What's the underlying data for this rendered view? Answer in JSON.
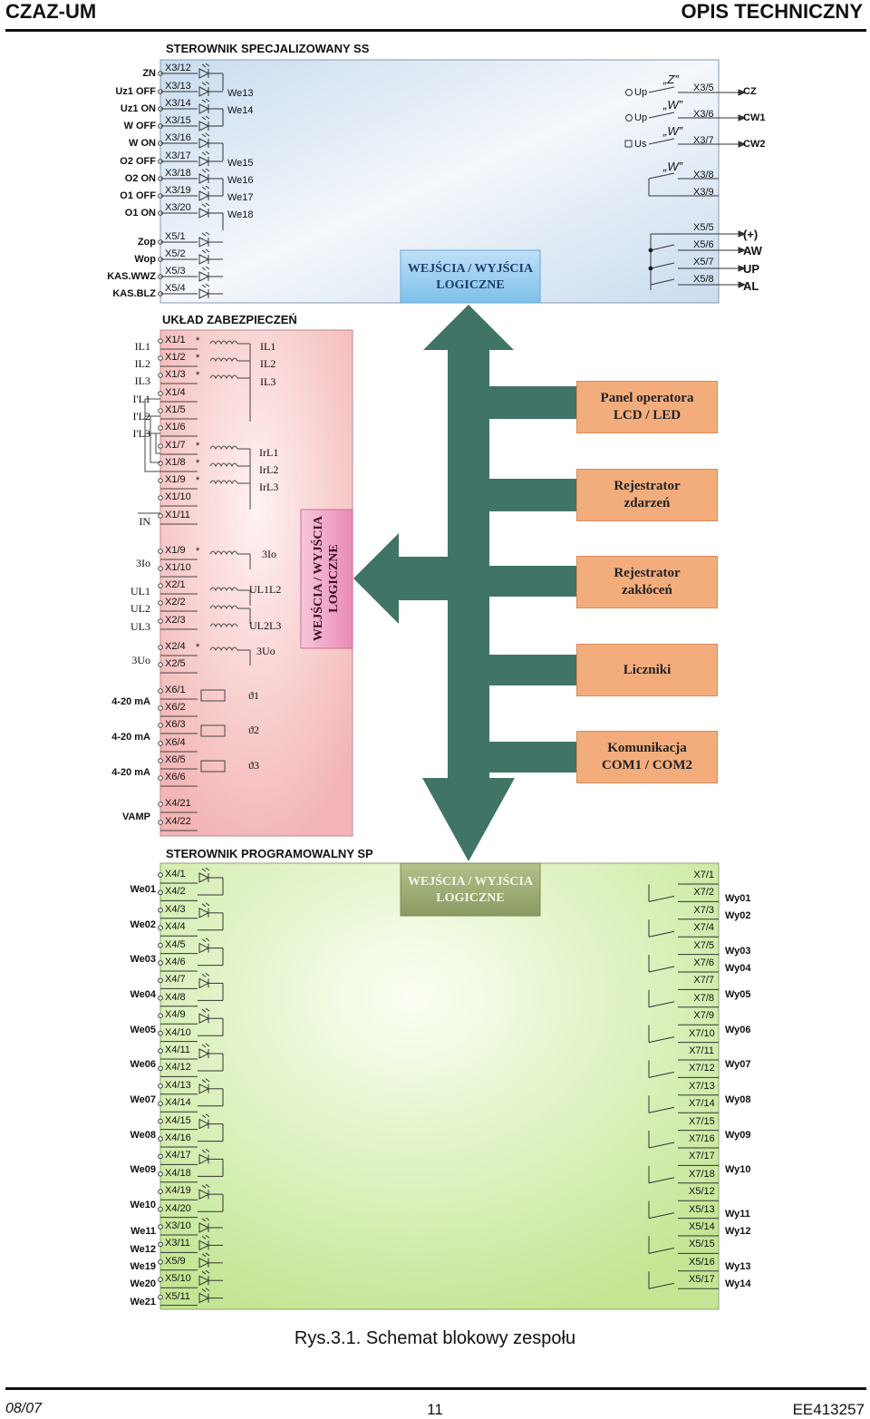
{
  "header": {
    "left": "CZAZ-UM",
    "right": "OPIS TECHNICZNY"
  },
  "ss": {
    "title": "STEROWNIK SPECJALIZOWANY SS",
    "center_box": [
      "WEJŚCIA / WYJŚCIA",
      "LOGICZNE"
    ],
    "inputs": [
      {
        "side": "ZN",
        "term": "X3/12",
        "we": ""
      },
      {
        "side": "Uz1 OFF",
        "term": "X3/13",
        "we": "We13"
      },
      {
        "side": "Uz1 ON",
        "term": "X3/14",
        "we": "We14"
      },
      {
        "side": "W OFF",
        "term": "X3/15",
        "we": ""
      },
      {
        "side": "W ON",
        "term": "X3/16",
        "we": ""
      },
      {
        "side": "O2 OFF",
        "term": "X3/17",
        "we": "We15"
      },
      {
        "side": "O2 ON",
        "term": "X3/18",
        "we": "We16"
      },
      {
        "side": "O1 OFF",
        "term": "X3/19",
        "we": "We17"
      },
      {
        "side": "O1 ON",
        "term": "X3/20",
        "we": "We18"
      },
      {
        "side": "Zop",
        "term": "X5/1",
        "we": ""
      },
      {
        "side": "Wop",
        "term": "X5/2",
        "we": ""
      },
      {
        "side": "KAS.WWZ",
        "term": "X5/3",
        "we": ""
      },
      {
        "side": "KAS.BLZ",
        "term": "X5/4",
        "we": ""
      }
    ],
    "outputs": [
      {
        "term": "X3/5"
      },
      {
        "term": "X3/6"
      },
      {
        "term": "X3/7"
      },
      {
        "term": "X3/8"
      },
      {
        "term": "X3/9"
      },
      {
        "term": "X5/5"
      },
      {
        "term": "X5/6"
      },
      {
        "term": "X5/7"
      },
      {
        "term": "X5/8"
      }
    ],
    "contacts": [
      "„Z”",
      "„W”",
      "„W”",
      "„W”"
    ],
    "sources": [
      "Up",
      "Up",
      "Us"
    ],
    "right_labels": [
      "CZ",
      "CW1",
      "CW2",
      "(+)",
      "AW",
      "UP",
      "AL"
    ]
  },
  "uz": {
    "title": "UKŁAD ZABEZPIECZEŃ",
    "vertical_box": [
      "WEJŚCIA / WYJŚCIA",
      "LOGICZNE"
    ],
    "terms": [
      "X1/1",
      "X1/2",
      "X1/3",
      "X1/4",
      "X1/5",
      "X1/6",
      "X1/7",
      "X1/8",
      "X1/9",
      "X1/10",
      "X1/11",
      "X1/9",
      "X1/10",
      "X2/1",
      "X2/2",
      "X2/3",
      "X2/4",
      "X2/5",
      "X6/1",
      "X6/2",
      "X6/3",
      "X6/4",
      "X6/5",
      "X6/6",
      "X4/21",
      "X4/22"
    ],
    "left_labels": [
      "IL1",
      "IL2",
      "IL3",
      "I'L1",
      "I'L2",
      "I'L3",
      "IN",
      "3Io",
      "UL1",
      "UL2",
      "UL3",
      "3Uo",
      "4-20 mA",
      "4-20 mA",
      "4-20 mA",
      "VAMP"
    ],
    "inner_labels": [
      "IL1",
      "IL2",
      "IL3",
      "IrL1",
      "IrL2",
      "IrL3",
      "3Io",
      "UL1L2",
      "UL2L3",
      "3Uo",
      "ϑ1",
      "ϑ2",
      "ϑ3"
    ],
    "star": "*"
  },
  "modules": [
    [
      "Panel operatora",
      "LCD / LED"
    ],
    [
      "Rejestrator",
      "zdarzeń"
    ],
    [
      "Rejestrator",
      "zakłóceń"
    ],
    [
      "Liczniki"
    ],
    [
      "Komunikacja",
      "COM1 / COM2"
    ]
  ],
  "sp": {
    "title": "STEROWNIK PROGRAMOWALNY SP",
    "center_box": [
      "WEJŚCIA / WYJŚCIA",
      "LOGICZNE"
    ],
    "terms_left": [
      "X4/1",
      "X4/2",
      "X4/3",
      "X4/4",
      "X4/5",
      "X4/6",
      "X4/7",
      "X4/8",
      "X4/9",
      "X4/10",
      "X4/11",
      "X4/12",
      "X4/13",
      "X4/14",
      "X4/15",
      "X4/16",
      "X4/17",
      "X4/18",
      "X4/19",
      "X4/20",
      "X3/10",
      "X3/11",
      "X5/9",
      "X5/10",
      "X5/11"
    ],
    "we_labels": [
      "We01",
      "We02",
      "We03",
      "We04",
      "We05",
      "We06",
      "We07",
      "We08",
      "We09",
      "We10",
      "We11",
      "We12",
      "We19",
      "We20",
      "We21"
    ],
    "terms_right": [
      "X7/1",
      "X7/2",
      "X7/3",
      "X7/4",
      "X7/5",
      "X7/6",
      "X7/7",
      "X7/8",
      "X7/9",
      "X7/10",
      "X7/11",
      "X7/12",
      "X7/13",
      "X7/14",
      "X7/15",
      "X7/16",
      "X7/17",
      "X7/18",
      "X5/12",
      "X5/13",
      "X5/14",
      "X5/15",
      "X5/16",
      "X5/17"
    ],
    "wy_labels": [
      "Wy01",
      "Wy02",
      "Wy03",
      "Wy04",
      "Wy05",
      "Wy06",
      "Wy07",
      "Wy08",
      "Wy09",
      "Wy10",
      "Wy11",
      "Wy12",
      "Wy13",
      "Wy14"
    ]
  },
  "caption": "Rys.3.1. Schemat blokowy zespołu",
  "footer": {
    "date": "08/07",
    "page": "11",
    "code": "EE413257"
  },
  "colors": {
    "ss_bg": "#dfe9f5",
    "uz_bg": "#f7c1c1",
    "sp_bg": "#d3eeb0",
    "arrow": "#3f7466",
    "module": "#f3ad7d"
  }
}
